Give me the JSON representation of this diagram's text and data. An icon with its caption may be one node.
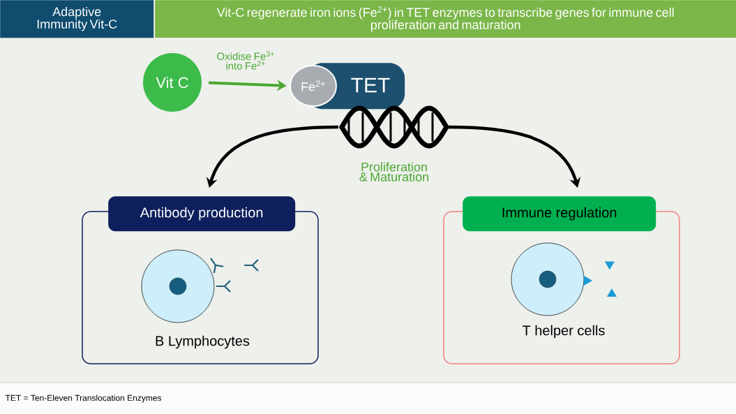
{
  "diagram": {
    "nodes": [
      {
        "text": [
          "Adaptive Immunity Vit-C"
        ]
      },
      {
        "text": [
          "Vit-C regenerate iron ions (Fe$^{2+}$) in TET enzymes to transcribe genes for immune cell proliferation and maturation"
        ]
      },
      {
        "text": [
          "Vit C"
        ]
      },
      {
        "text": [
          "TET"
        ]
      },
      {
        "text": [
          "Fe$^{2+}$"
        ]
      },
      {
        "text": [],
        "shape": "picture",
        "beside": [
          "Proliferation & Maturation"
        ]
      },
      {
        "text": [
          "Antibody production",
          "B Lymphocytes"
        ]
      },
      {
        "text": [
          "Immune regulation",
          "T helper cells"
        ]
      }
    ],
    "edges": [
      {
        "from": 2,
        "to": 4,
        "arrow": "to",
        "label": "Oxidise Fe$^{3+}$ into Fe$^{2+}$",
        "color": "#4aa832"
      },
      {
        "from": 5,
        "to": 6,
        "arrow": "to"
      },
      {
        "from": 5,
        "to": 7,
        "arrow": "to"
      }
    ],
    "labels": [
      "TET = Ten-Eleven Translocation Enzymes"
    ]
  }
}
